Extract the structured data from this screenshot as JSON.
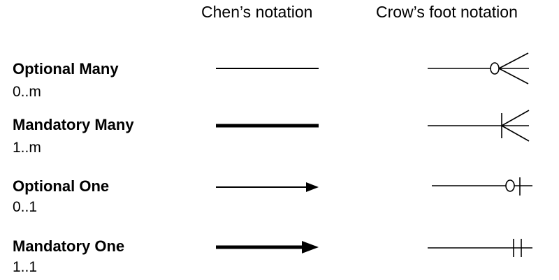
{
  "headers": {
    "chen": "Chen’s notation",
    "crow": "Crow’s foot notation"
  },
  "rows": [
    {
      "title": "Optional Many",
      "cardinality": "0..m"
    },
    {
      "title": "Mandatory Many",
      "cardinality": "1..m"
    },
    {
      "title": "Optional One",
      "cardinality": "0..1"
    },
    {
      "title": "Mandatory One",
      "cardinality": "1..1"
    }
  ],
  "colors": {
    "ink": "#000000",
    "background": "#ffffff"
  }
}
